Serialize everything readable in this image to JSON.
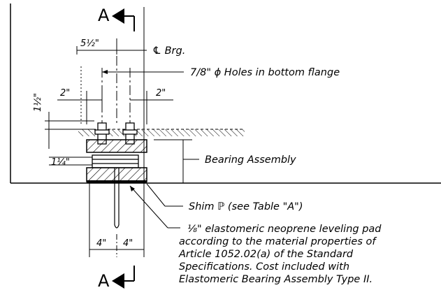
{
  "section_marks": {
    "top": "A",
    "bottom": "A"
  },
  "labels": {
    "cl_brg": "℄ Brg.",
    "holes": "7/8\" ϕ Holes in bottom flange",
    "bearing_assembly": "Bearing Assembly",
    "shim": "Shim ℙ (see Table \"A\")"
  },
  "dimensions": {
    "five_half": "5½\"",
    "two_left": "2\"",
    "two_right": "2\"",
    "one_half": "1½\"",
    "one_quarter": "1¼\"",
    "four_left": "4\"",
    "four_right": "4\""
  },
  "note_lines": [
    "⅛\" elastomeric neoprene leveling pad",
    "according to the material properties of",
    "Article 1052.02(a) of the Standard",
    "Specifications.  Cost included with",
    "Elastomeric Bearing Assembly Type II."
  ]
}
